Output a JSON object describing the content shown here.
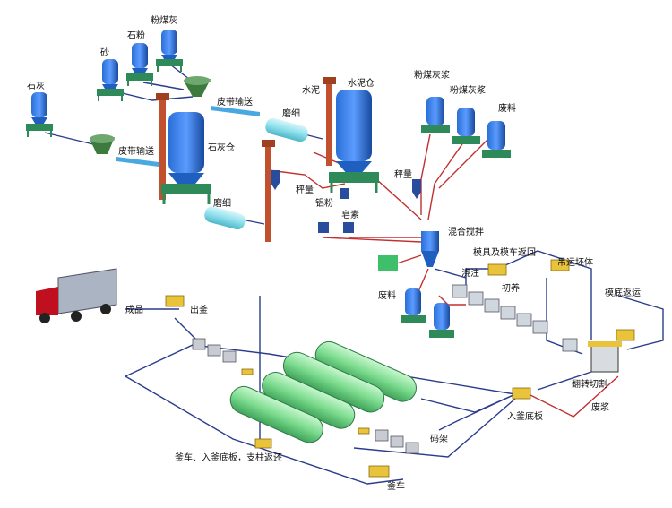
{
  "labels": {
    "fly_ash": "粉煤灰",
    "stone_powder": "石粉",
    "sand": "砂",
    "lime": "石灰",
    "belt_conveyor_1": "皮带输送",
    "belt_conveyor_2": "皮带输送",
    "mill_1": "磨细",
    "mill_2": "磨细",
    "lime_silo": "石灰仓",
    "cement": "水泥",
    "cement_silo": "水泥仓",
    "weighing_1": "秤量",
    "weighing_2": "秤量",
    "aluminum_powder": "铝粉",
    "soap_liquid": "皂素",
    "fly_ash_slurry_1": "粉煤灰浆",
    "fly_ash_slurry_2": "粉煤灰浆",
    "waste_1": "废料",
    "waste_2": "废料",
    "mixing": "混合搅拌",
    "mold_return": "模具及模车返回",
    "pouring": "浇注",
    "pre_curing": "初养",
    "crane_transfer": "吊运坯体",
    "mold_base_return": "模底返运",
    "flip_cutting": "翻转切割",
    "waste_slurry": "废浆",
    "into_kettle_base": "入釜底板",
    "stacking": "码架",
    "kettle_return": "釜车、入釜底板，支柱返还",
    "kettle_car": "釜车",
    "finished_product": "成品",
    "out_kettle": "出釜"
  },
  "colors": {
    "silo_blue": "#1f5fbf",
    "frame_green": "#2f8a5a",
    "elevator_red": "#c0502e",
    "autoclave_green": "#86e39a",
    "pipe_red": "#c03030",
    "line_blue": "#2a3c8c",
    "belt_blue": "#4aa8e0",
    "cart_yellow": "#e9c43a",
    "mill_cyan": "#8fe0ec"
  }
}
